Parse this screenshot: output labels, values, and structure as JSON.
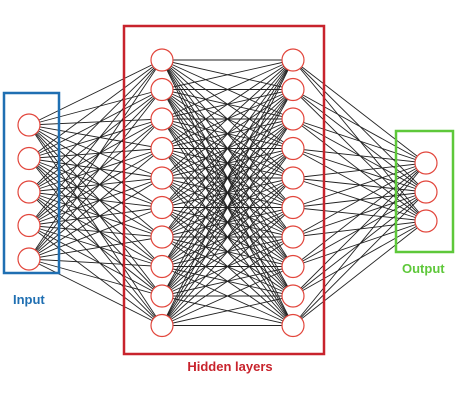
{
  "labels": {
    "input": "Input",
    "hidden": "Hidden layers",
    "output": "Output"
  },
  "network": {
    "layers": [
      {
        "role": "input",
        "nodes": 5
      },
      {
        "role": "hidden",
        "nodes": 10
      },
      {
        "role": "hidden",
        "nodes": 10
      },
      {
        "role": "output",
        "nodes": 3
      }
    ]
  },
  "colors": {
    "input_box": "#1f6fb2",
    "hidden_box": "#c8232c",
    "output_box": "#5ec83a",
    "node_stroke": "#e2463c",
    "node_fill": "#ffffff",
    "edge": "#222222"
  }
}
